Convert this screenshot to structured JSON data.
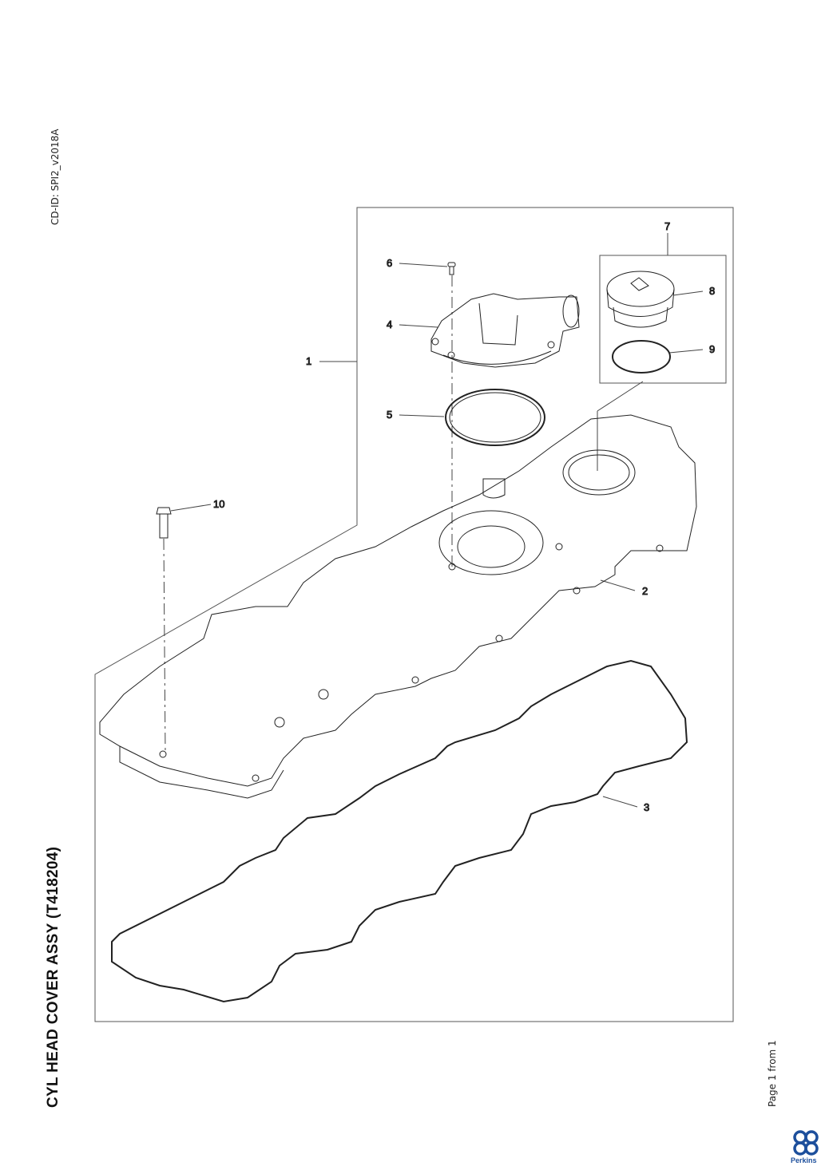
{
  "document": {
    "cd_id": "CD-ID: SPI2_v2018A",
    "title": "CYL HEAD COVER ASSY (T418204)",
    "page_info": "Page 1 from 1",
    "brand": "Perkins",
    "brand_color": "#1d4f9c"
  },
  "callouts": [
    "1",
    "2",
    "3",
    "4",
    "5",
    "6",
    "7",
    "8",
    "9",
    "10"
  ]
}
